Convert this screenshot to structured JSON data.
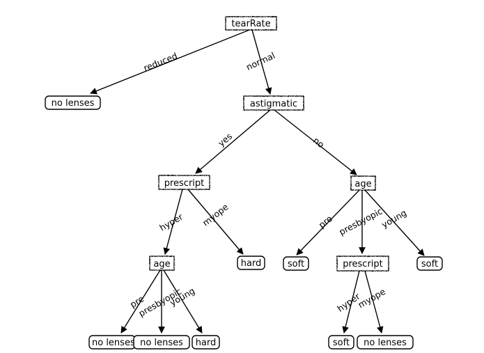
{
  "nodes": {
    "n_tearRate": {
      "label": "tearRate",
      "kind": "decision"
    },
    "n_noLenses1": {
      "label": "no lenses",
      "kind": "leaf"
    },
    "n_astigmatic": {
      "label": "astigmatic",
      "kind": "decision"
    },
    "n_prescript1": {
      "label": "prescript",
      "kind": "decision"
    },
    "n_age2": {
      "label": "age",
      "kind": "decision"
    },
    "n_age1": {
      "label": "age",
      "kind": "decision"
    },
    "n_hard1": {
      "label": "hard",
      "kind": "leaf"
    },
    "n_soft1": {
      "label": "soft",
      "kind": "leaf"
    },
    "n_prescript2": {
      "label": "prescript",
      "kind": "decision"
    },
    "n_soft2": {
      "label": "soft",
      "kind": "leaf"
    },
    "n_noLenses2": {
      "label": "no lenses",
      "kind": "leaf"
    },
    "n_noLenses3": {
      "label": "no lenses",
      "kind": "leaf"
    },
    "n_hard2": {
      "label": "hard",
      "kind": "leaf"
    },
    "n_soft3": {
      "label": "soft",
      "kind": "leaf"
    },
    "n_noLenses4": {
      "label": "no lenses",
      "kind": "leaf"
    }
  },
  "edges": {
    "e_reduced": {
      "label": "reduced"
    },
    "e_normal": {
      "label": "normal"
    },
    "e_yes": {
      "label": "yes"
    },
    "e_no": {
      "label": "no"
    },
    "e_hyper1": {
      "label": "hyper"
    },
    "e_myope1": {
      "label": "myope"
    },
    "e_pre1": {
      "label": "pre"
    },
    "e_presbyopic1": {
      "label": "presbyopic"
    },
    "e_young1": {
      "label": "young"
    },
    "e_pre2": {
      "label": "pre"
    },
    "e_presbyopic2": {
      "label": "presbyopic"
    },
    "e_young2": {
      "label": "young"
    },
    "e_hyper2": {
      "label": "hyper"
    },
    "e_myope2": {
      "label": "myope"
    }
  },
  "colors": {
    "line": "#000000",
    "background": "#ffffff"
  }
}
